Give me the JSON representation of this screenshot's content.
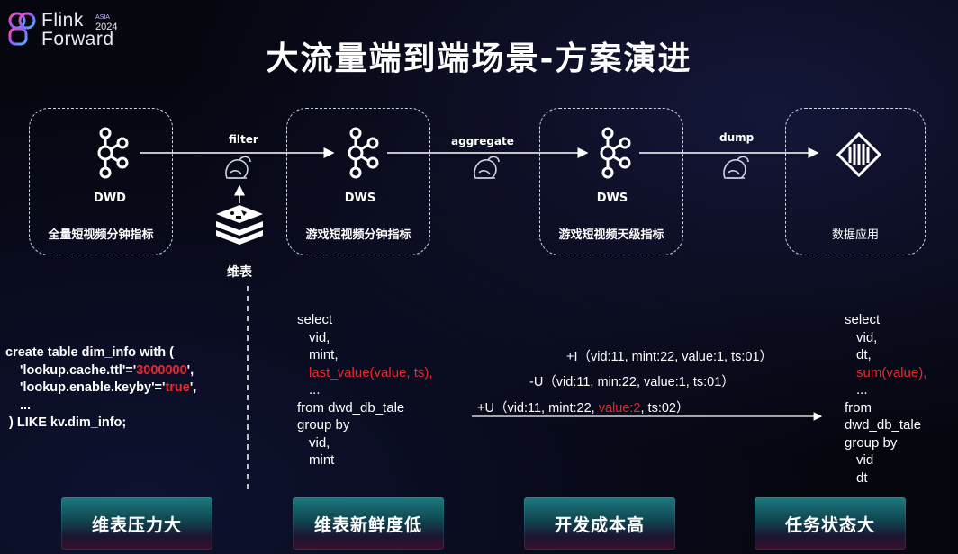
{
  "logo": {
    "line1": "Flink",
    "line2": "Forward",
    "badge_line": "ASIA",
    "badge_year": "2024"
  },
  "title": "大流量端到端场景-方案演进",
  "nodes": [
    {
      "label": "DWD",
      "caption": "全量短视频分钟指标",
      "icon": "kafka-icon"
    },
    {
      "label": "DWS",
      "caption": "游戏短视频分钟指标",
      "icon": "kafka-icon"
    },
    {
      "label": "DWS",
      "caption": "游戏短视频天级指标",
      "icon": "kafka-icon"
    },
    {
      "label": "",
      "caption": "数据应用",
      "icon": "data-app-icon"
    }
  ],
  "edges": [
    {
      "label": "filter",
      "icon": "squirrel-icon"
    },
    {
      "label": "aggregate",
      "icon": "squirrel-icon"
    },
    {
      "label": "dump",
      "icon": "squirrel-icon"
    }
  ],
  "dim_table": {
    "label": "维表",
    "icon": "redis-icon"
  },
  "code_left": {
    "l1": "create table dim_info with (",
    "l2a": "'lookup.cache.ttl'='",
    "l2v": "3000000",
    "l2b": "',",
    "l3a": "'lookup.enable.keyby'='",
    "l3v": "true",
    "l3b": "',",
    "l4": "...",
    "l5": ") LIKE kv.dim_info;"
  },
  "code_mid": {
    "l1": "select",
    "l2": "vid,",
    "l3": "mint,",
    "l4": "last_value(value, ts),",
    "l5": "...",
    "l6": "from dwd_db_tale",
    "l7": "group by",
    "l8": "vid,",
    "l9": "mint"
  },
  "messages": {
    "m1": "+I（vid:11, mint:22, value:1, ts:01）",
    "m2": "-U（vid:11, min:22, value:1, ts:01）",
    "m3a": "+U（vid:11, mint:22, ",
    "m3v": "value:2",
    "m3b": ", ts:02）"
  },
  "code_right": {
    "l1": "select",
    "l2": "vid,",
    "l3": "dt,",
    "l4": "sum(value),",
    "l5": "...",
    "l6": "from",
    "l7": "dwd_db_tale",
    "l8": "group by",
    "l9": "vid",
    "l10": "dt"
  },
  "buttons": [
    "维表压力大",
    "维表新鲜度低",
    "开发成本高",
    "任务状态大"
  ],
  "colors": {
    "highlight": "#e8282e",
    "button_top": "#1c7a80",
    "button_bottom": "#3a0f2a"
  }
}
